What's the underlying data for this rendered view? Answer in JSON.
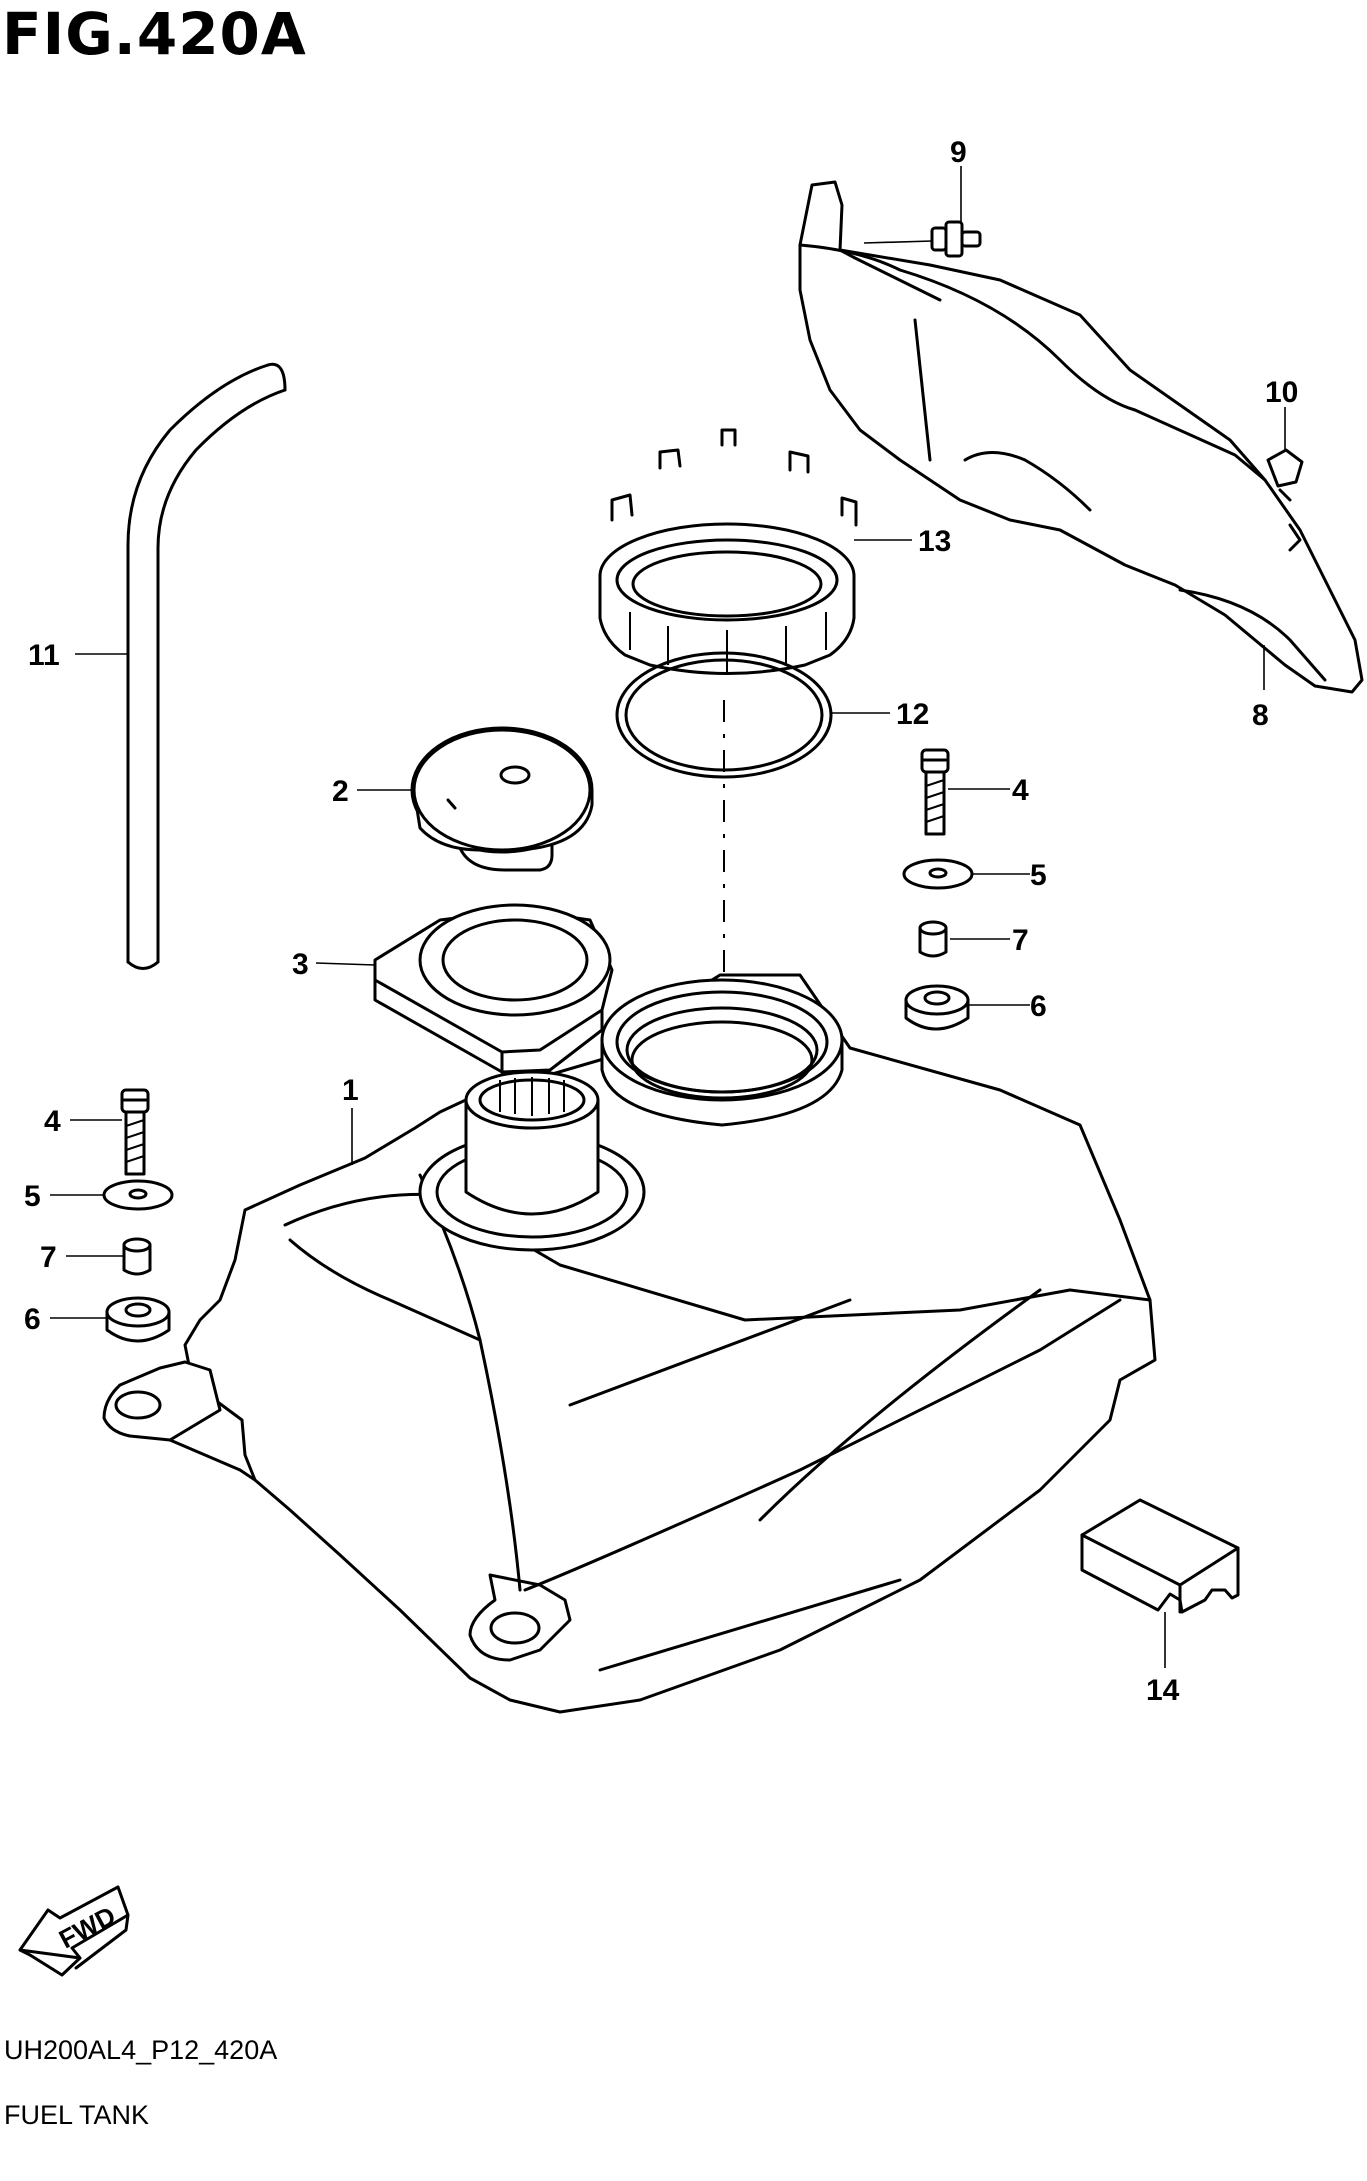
{
  "header": {
    "title": "FIG.420A"
  },
  "footer": {
    "code": "UH200AL4_P12_420A",
    "caption": "FUEL TANK"
  },
  "fwd_arrow": {
    "label": "FWD"
  },
  "callouts": [
    {
      "id": "c9",
      "label": "9"
    },
    {
      "id": "c10",
      "label": "10"
    },
    {
      "id": "c11",
      "label": "11"
    },
    {
      "id": "c13",
      "label": "13"
    },
    {
      "id": "c12",
      "label": "12"
    },
    {
      "id": "c8",
      "label": "8"
    },
    {
      "id": "c2",
      "label": "2"
    },
    {
      "id": "c4r",
      "label": "4"
    },
    {
      "id": "c5r",
      "label": "5"
    },
    {
      "id": "c7r",
      "label": "7"
    },
    {
      "id": "c6r",
      "label": "6"
    },
    {
      "id": "c3",
      "label": "3"
    },
    {
      "id": "c1",
      "label": "1"
    },
    {
      "id": "c4l",
      "label": "4"
    },
    {
      "id": "c5l",
      "label": "5"
    },
    {
      "id": "c7l",
      "label": "7"
    },
    {
      "id": "c6l",
      "label": "6"
    },
    {
      "id": "c14",
      "label": "14"
    }
  ]
}
